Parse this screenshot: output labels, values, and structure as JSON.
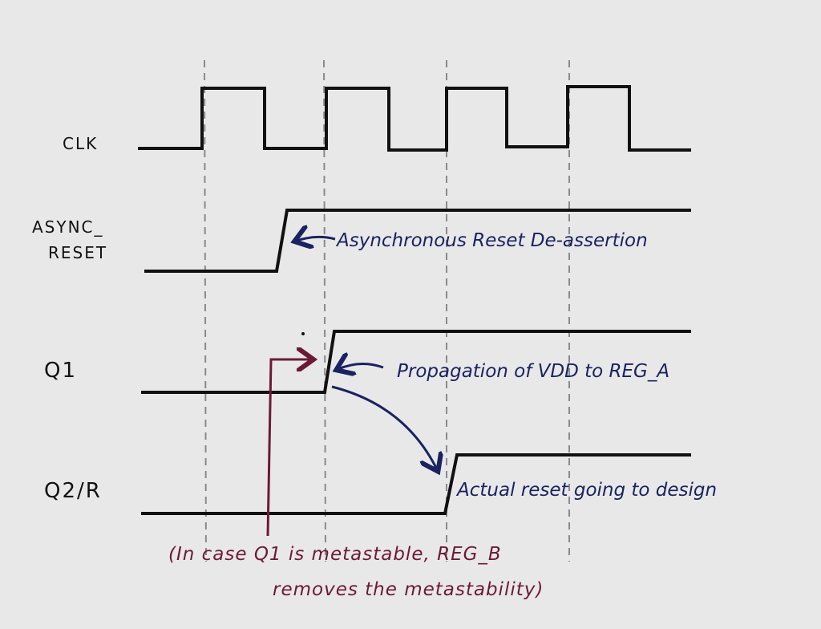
{
  "signals": [
    {
      "name": "CLK"
    },
    {
      "name_line1": "ASYNC_",
      "name_line2": "RESET"
    },
    {
      "name": "Q1"
    },
    {
      "name": "Q2/R"
    }
  ],
  "annotations": {
    "async_deassert": "Asynchronous Reset De-assertion",
    "propagation": "Propagation of VDD to REG_A",
    "actual_reset": "Actual reset going to design",
    "note_line1": "(In case Q1 is metastable, REG_B",
    "note_line2": "removes the metastability)"
  },
  "colors": {
    "navy": "#1a2360",
    "maroon": "#6b1a35",
    "background": "#e8e8e8"
  }
}
